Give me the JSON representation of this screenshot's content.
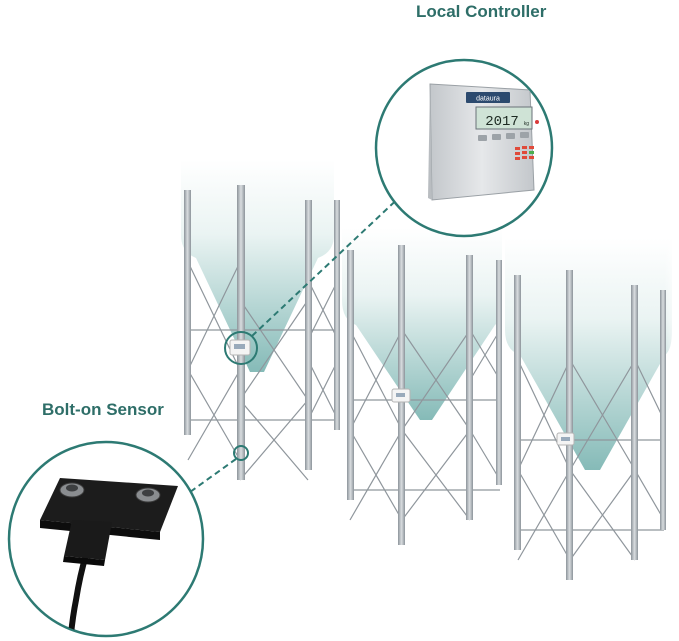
{
  "labels": {
    "controller": "Local Controller",
    "sensor": "Bolt-on Sensor"
  },
  "controller_display": {
    "brand": "dataura",
    "reading": "2017",
    "unit": "kg"
  },
  "colors": {
    "accent": "#2d7a73",
    "label_text": "#2e6e68",
    "silo_liquid": "#7fb7b4",
    "silo_leg": "#a9b0b6",
    "brace": "#8f969c",
    "controller_body": "#d5d8dc",
    "lcd": "#cfe3d6",
    "sensor_body": "#1c1c1c"
  },
  "icons": {
    "silo": "silo-icon",
    "controller": "controller-icon",
    "sensor": "sensor-icon"
  }
}
